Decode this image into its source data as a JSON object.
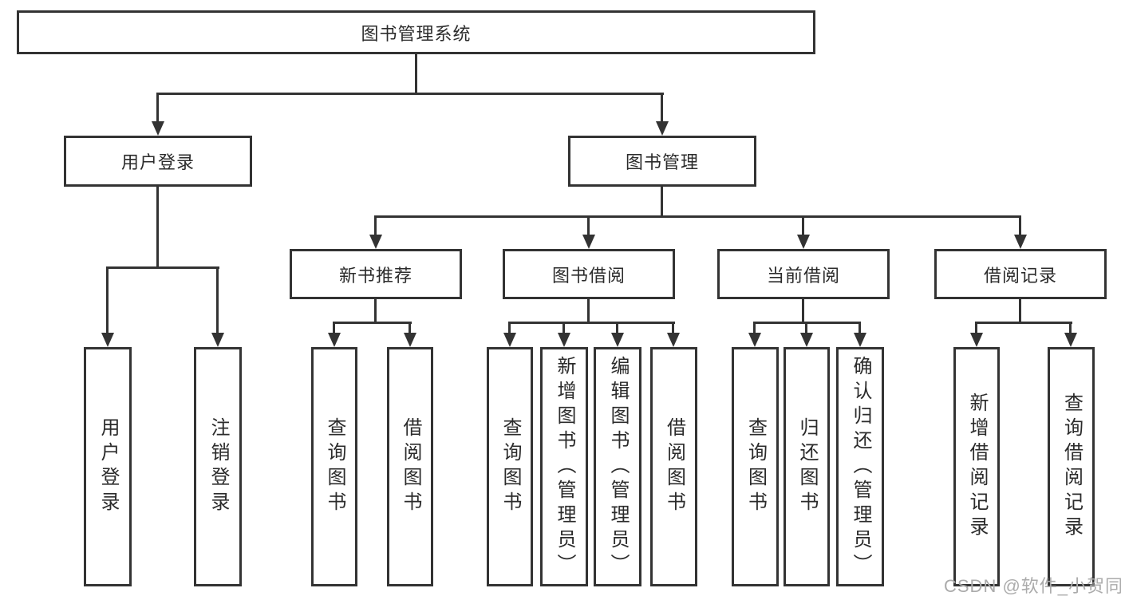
{
  "tree": {
    "label": "图书管理系统",
    "children": [
      {
        "label": "用户登录",
        "children": [
          {
            "label": "用户登录"
          },
          {
            "label": "注销登录"
          }
        ]
      },
      {
        "label": "图书管理",
        "children": [
          {
            "label": "新书推荐",
            "children": [
              {
                "label": "查询图书"
              },
              {
                "label": "借阅图书"
              }
            ]
          },
          {
            "label": "图书借阅",
            "children": [
              {
                "label": "查询图书"
              },
              {
                "label": "新增图书（管理员）"
              },
              {
                "label": "编辑图书（管理员）"
              },
              {
                "label": "借阅图书"
              }
            ]
          },
          {
            "label": "当前借阅",
            "children": [
              {
                "label": "查询图书"
              },
              {
                "label": "归还图书"
              },
              {
                "label": "确认归还（管理员）"
              }
            ]
          },
          {
            "label": "借阅记录",
            "children": [
              {
                "label": "新增借阅记录"
              },
              {
                "label": "查询借阅记录"
              }
            ]
          }
        ]
      }
    ]
  },
  "watermark": {
    "text": "CSDN @软件_小贺同学"
  },
  "colors": {
    "background": "#ffffff",
    "line": "#333333",
    "text": "#2b2b2b",
    "watermark": "#ababab"
  }
}
